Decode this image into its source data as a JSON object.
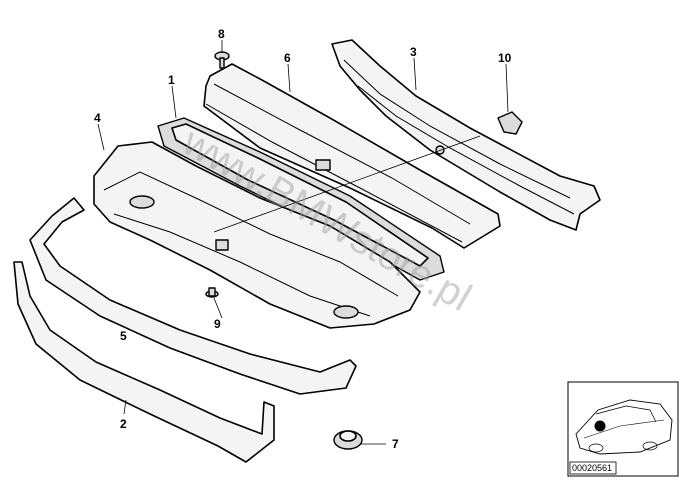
{
  "diagram": {
    "callouts": [
      {
        "id": "1",
        "label": "1"
      },
      {
        "id": "2",
        "label": "2"
      },
      {
        "id": "3",
        "label": "3"
      },
      {
        "id": "4",
        "label": "4"
      },
      {
        "id": "5",
        "label": "5"
      },
      {
        "id": "6",
        "label": "6"
      },
      {
        "id": "7",
        "label": "7"
      },
      {
        "id": "8",
        "label": "8"
      },
      {
        "id": "9",
        "label": "9"
      },
      {
        "id": "10",
        "label": "10"
      }
    ],
    "watermark": "www.BMWstore.pl",
    "thumbnail_code": "00020561"
  }
}
